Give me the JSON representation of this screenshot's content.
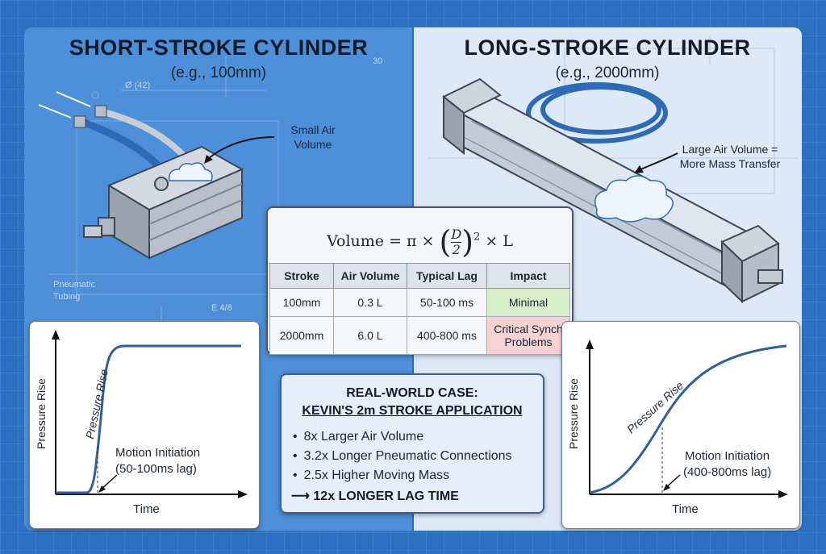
{
  "left_panel": {
    "title": "SHORT-STROKE CYLINDER",
    "subtitle": "(e.g., 100mm)",
    "callout": [
      "Small Air",
      "Volume"
    ],
    "blueprint_labels": [
      "Ø (42)",
      "30",
      "Pneumatic",
      "Tubing",
      "E 4/8"
    ]
  },
  "right_panel": {
    "title": "LONG-STROKE CYLINDER",
    "subtitle": "(e.g., 2000mm)",
    "callout": [
      "Large Air Volume =",
      "More Mass Transfer"
    ]
  },
  "formula": {
    "lhs": "Volume = π ×",
    "numerator": "D",
    "denominator": "2",
    "exponent": "2",
    "rhs": "× L"
  },
  "table": {
    "headers": [
      "Stroke",
      "Air Volume",
      "Typical Lag",
      "Impact"
    ],
    "rows": [
      [
        "100mm",
        "0.3 L",
        "50-100 ms",
        "Minimal"
      ],
      [
        "2000mm",
        "6.0 L",
        "400-800 ms",
        "Critical Synch Problems"
      ]
    ],
    "impact_colors": [
      "#d6efc9",
      "#f6d2d2"
    ]
  },
  "short_graph": {
    "ylabel": "Pressure Rise",
    "xlabel": "Time",
    "curve_label": "Pressure Rise",
    "annotation": [
      "Motion Initiation",
      "(50-100ms lag)"
    ]
  },
  "long_graph": {
    "ylabel": "Pressure Rise",
    "xlabel": "Time",
    "curve_label": "Pressure Rise",
    "annotation": [
      "Motion Initiation",
      "(400-800ms lag)"
    ]
  },
  "case": {
    "title_line1": "REAL-WORLD CASE:",
    "title_line2": "KEVIN'S 2m STROKE APPLICATION",
    "items": [
      "8x Larger Air Volume",
      "3.2x Longer Pneumatic Connections",
      "2.5x Higher Moving Mass"
    ],
    "result": "12x LONGER LAG TIME"
  },
  "colors": {
    "curve": "#2f5f9e",
    "blueprint": "#2d6fc0",
    "left_panel": "#4d8fd8",
    "right_panel": "#dde9f6"
  }
}
